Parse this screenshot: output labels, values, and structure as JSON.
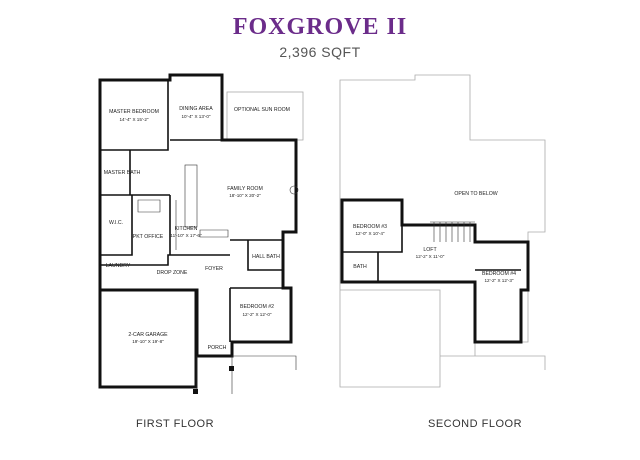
{
  "header": {
    "title": "FOXGROVE II",
    "sqft": "2,396 SQFT",
    "title_color": "#6b2c8a"
  },
  "first_floor": {
    "label": "FIRST FLOOR",
    "rooms": {
      "master_bedroom": {
        "name": "MASTER BEDROOM",
        "dims": "14'-4\" X 15'-2\""
      },
      "dining_area": {
        "name": "DINING AREA",
        "dims": "10'-4\" X 13'-0\""
      },
      "optional_sun_room": {
        "name": "OPTIONAL SUN ROOM"
      },
      "master_bath": {
        "name": "MASTER BATH"
      },
      "family_room": {
        "name": "FAMILY ROOM",
        "dims": "18'-10\" X 20'-2\""
      },
      "wic": {
        "name": "W.I.C."
      },
      "pkt_office": {
        "name": "PKT OFFICE"
      },
      "kitchen": {
        "name": "KITCHEN",
        "dims": "11'-10\" X 17'-6\""
      },
      "laundry": {
        "name": "LAUNDRY"
      },
      "drop_zone": {
        "name": "DROP ZONE"
      },
      "foyer": {
        "name": "FOYER"
      },
      "hall_bath": {
        "name": "HALL BATH"
      },
      "bedroom2": {
        "name": "BEDROOM #2",
        "dims": "12'-2\" X 12'-0\""
      },
      "garage": {
        "name": "2-CAR GARAGE",
        "dims": "19'-10\" X 19'-8\""
      },
      "porch": {
        "name": "PORCH"
      }
    }
  },
  "second_floor": {
    "label": "SECOND FLOOR",
    "rooms": {
      "open_to_below": {
        "name": "OPEN TO BELOW"
      },
      "bedroom3": {
        "name": "BEDROOM #3",
        "dims": "12'-0\" X 10'-4\""
      },
      "loft": {
        "name": "LOFT",
        "dims": "12'-2\" X 11'-0\""
      },
      "bath": {
        "name": "BATH"
      },
      "bedroom4": {
        "name": "BEDROOM #4",
        "dims": "12'-2\" X 12'-3\""
      }
    }
  }
}
